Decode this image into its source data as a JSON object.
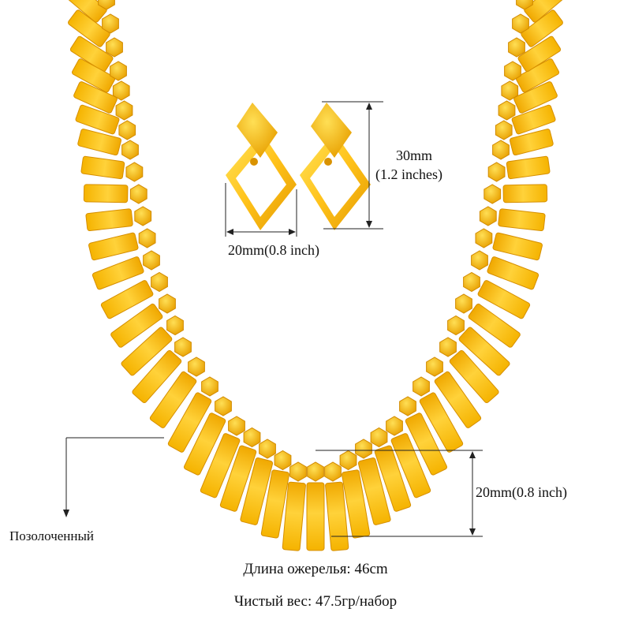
{
  "colors": {
    "background": "#ffffff",
    "gold_light": "#ffe45a",
    "gold_mid": "#ffc21a",
    "gold_dark": "#e39a00",
    "dimension_line": "#222222"
  },
  "product": {
    "type": "gold-plated necklace and earring set",
    "earring_height_mm": "30mm",
    "earring_height_in": "(1.2 inches)",
    "earring_width": "20mm(0.8 inch)",
    "pendant_drop": "20mm(0.8 inch)",
    "plating_label": "Позолоченный",
    "necklace_length": "Длина ожерелья: 46cm",
    "net_weight": "Чистый вес: 47.5гр/набор"
  }
}
